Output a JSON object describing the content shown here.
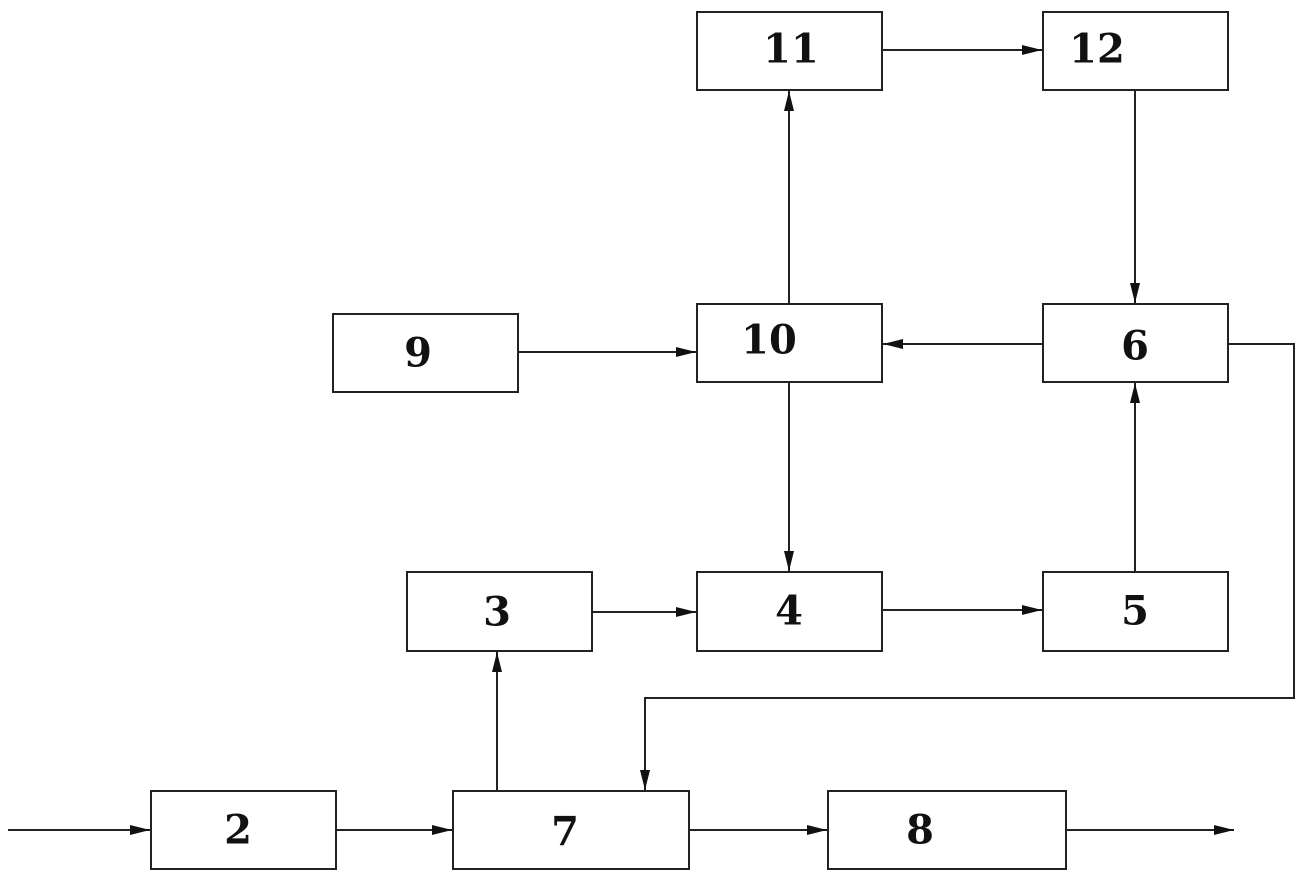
{
  "diagram": {
    "nodes": [
      {
        "id": "n2",
        "label": "2"
      },
      {
        "id": "n3",
        "label": "3"
      },
      {
        "id": "n4",
        "label": "4"
      },
      {
        "id": "n5",
        "label": "5"
      },
      {
        "id": "n6",
        "label": "6"
      },
      {
        "id": "n7",
        "label": "7"
      },
      {
        "id": "n8",
        "label": "8"
      },
      {
        "id": "n9",
        "label": "9"
      },
      {
        "id": "n10",
        "label": "10"
      },
      {
        "id": "n11",
        "label": "11"
      },
      {
        "id": "n12",
        "label": "12"
      }
    ],
    "edges": [
      {
        "from": "input",
        "to": "n2"
      },
      {
        "from": "n2",
        "to": "n7"
      },
      {
        "from": "n7",
        "to": "n8"
      },
      {
        "from": "n8",
        "to": "output"
      },
      {
        "from": "n7",
        "to": "n3"
      },
      {
        "from": "n3",
        "to": "n4"
      },
      {
        "from": "n4",
        "to": "n5"
      },
      {
        "from": "n5",
        "to": "n6"
      },
      {
        "from": "n6",
        "to": "n10"
      },
      {
        "from": "n6",
        "to": "n7"
      },
      {
        "from": "n9",
        "to": "n10"
      },
      {
        "from": "n10",
        "to": "n4"
      },
      {
        "from": "n10",
        "to": "n11"
      },
      {
        "from": "n11",
        "to": "n12"
      },
      {
        "from": "n12",
        "to": "n6"
      }
    ],
    "colors": {
      "stroke": "#222222",
      "text": "#111111",
      "background": "#ffffff"
    }
  }
}
